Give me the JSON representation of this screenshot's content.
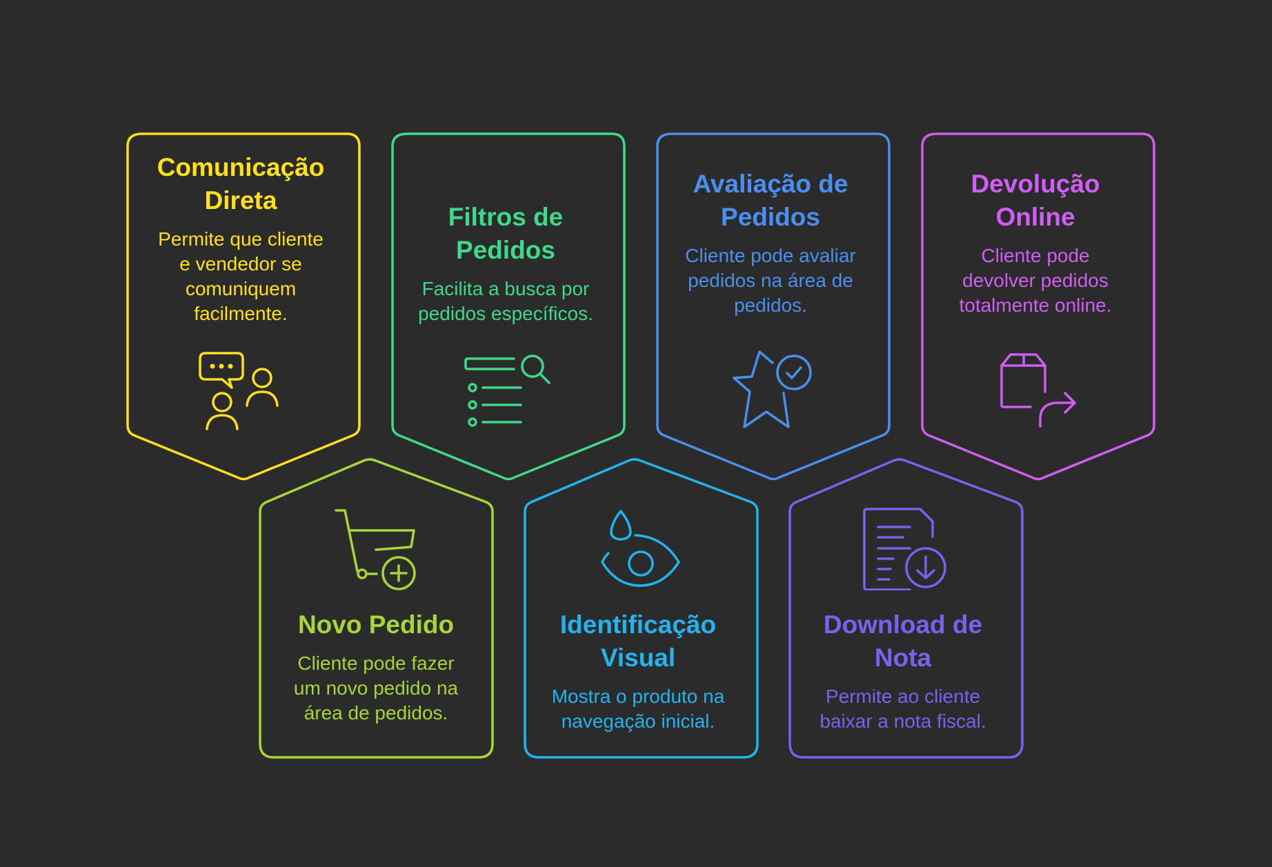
{
  "cards": [
    {
      "id": "comunicacao-direta",
      "color": "#ffe01b",
      "icon": "chat-people-icon",
      "title": [
        "Comunicação",
        "Direta"
      ],
      "description": [
        "Permite que cliente",
        "e vendedor se",
        "comuniquem",
        "facilmente."
      ]
    },
    {
      "id": "filtros-de-pedidos",
      "color": "#3fd98a",
      "icon": "filter-list-search-icon",
      "title": [
        "Filtros de",
        "Pedidos"
      ],
      "description": [
        "Facilita a busca por",
        "pedidos específicos."
      ]
    },
    {
      "id": "avaliacao-de-pedidos",
      "color": "#4a8fef",
      "icon": "star-check-icon",
      "title": [
        "Avaliação de",
        "Pedidos"
      ],
      "description": [
        "Cliente pode avaliar",
        "pedidos na área de",
        "pedidos."
      ]
    },
    {
      "id": "devolucao-online",
      "color": "#d05ef5",
      "icon": "box-return-arrow-icon",
      "title": [
        "Devolução",
        "Online"
      ],
      "description": [
        "Cliente pode",
        "devolver pedidos",
        "totalmente online."
      ]
    },
    {
      "id": "novo-pedido",
      "color": "#a6d637",
      "icon": "cart-add-icon",
      "title": [
        "Novo Pedido"
      ],
      "description": [
        "Cliente pode fazer",
        "um novo pedido na",
        "área de pedidos."
      ]
    },
    {
      "id": "identificacao-visual",
      "color": "#23b4ef",
      "icon": "drop-eye-icon",
      "title": [
        "Identificação",
        "Visual"
      ],
      "description": [
        "Mostra o produto na",
        "navegação inicial."
      ]
    },
    {
      "id": "download-de-nota",
      "color": "#7b61f0",
      "icon": "document-download-icon",
      "title": [
        "Download de",
        "Nota"
      ],
      "description": [
        "Permite ao cliente",
        "baixar a nota fiscal."
      ]
    }
  ]
}
